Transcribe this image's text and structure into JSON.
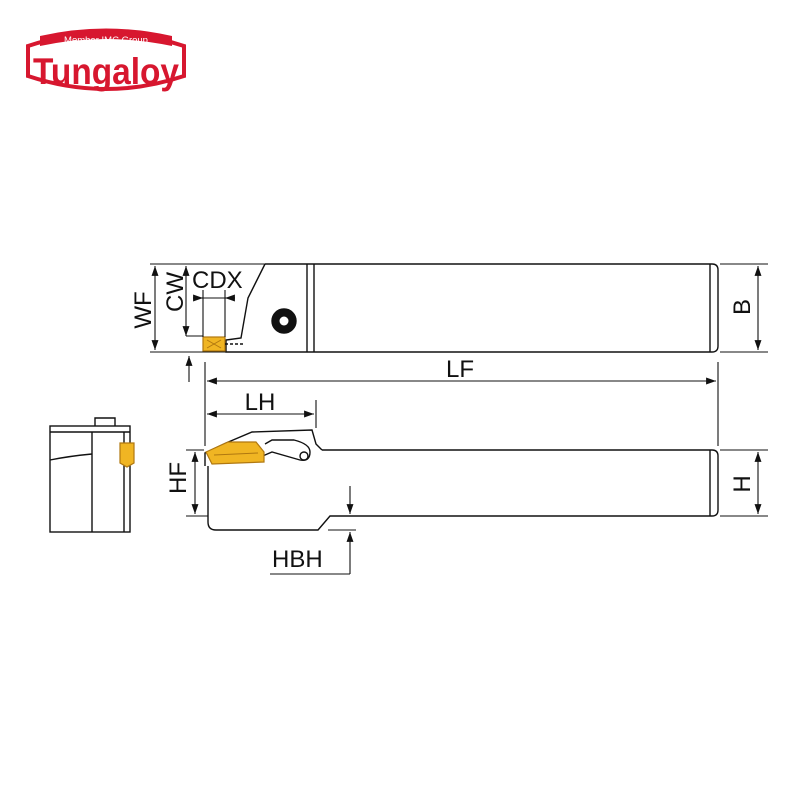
{
  "brand": {
    "tagline": "Member IMC Group",
    "name": "Tungaloy",
    "color": "#d7172f"
  },
  "colors": {
    "outline": "#111111",
    "body_fill": "#ffffff",
    "insert": "#f0b523",
    "insert_dark": "#b07810"
  },
  "dimensions": {
    "wf": "WF",
    "cw": "CW",
    "cdx": "CDX",
    "b": "B",
    "lf": "LF",
    "lh": "LH",
    "hf": "HF",
    "h": "H",
    "hbh": "HBH"
  }
}
